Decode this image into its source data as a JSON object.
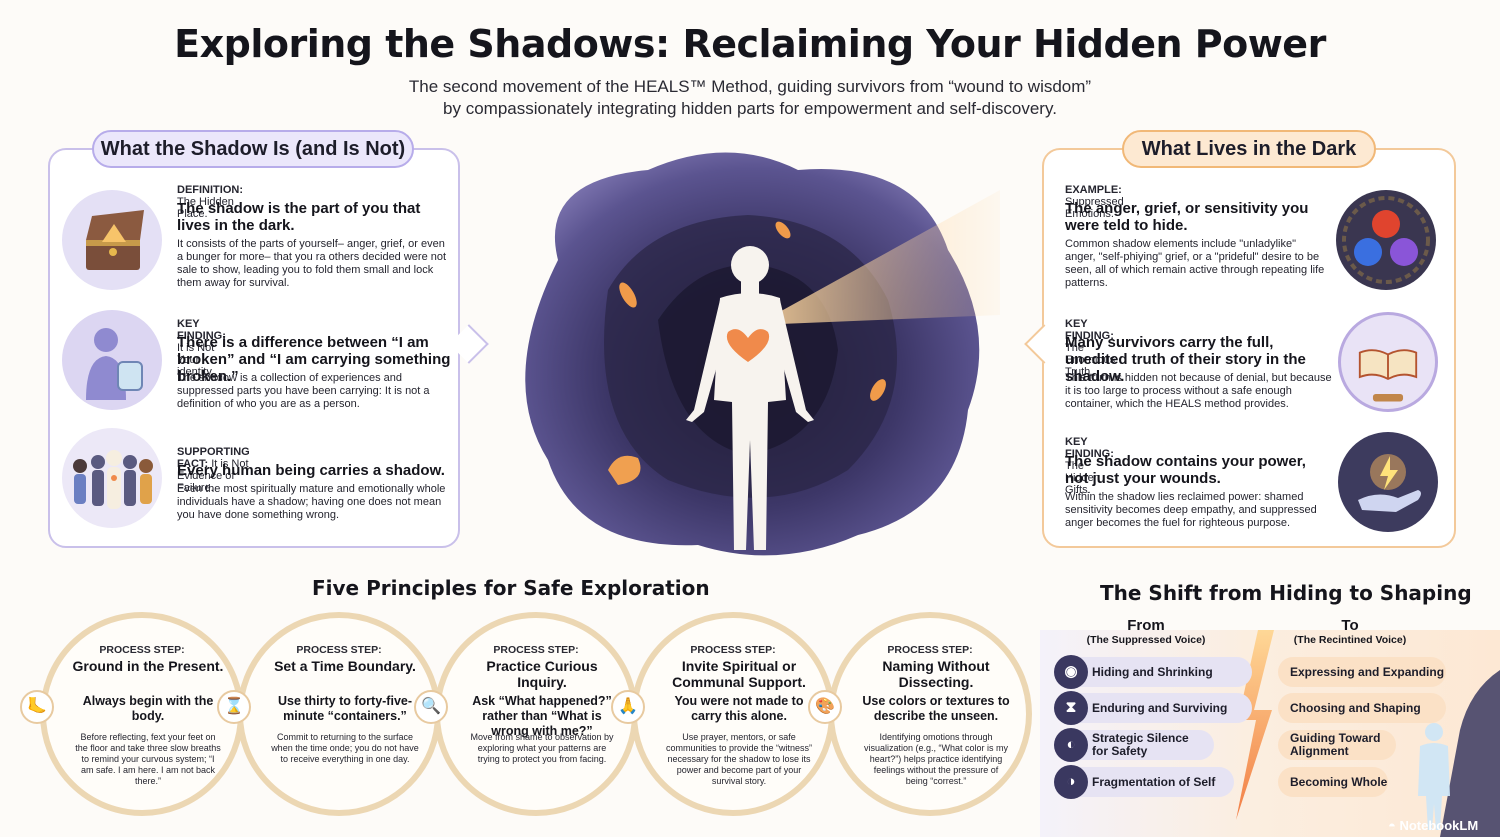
{
  "header": {
    "title": "Exploring the Shadows: Reclaiming Your Hidden Power",
    "subtitle_line1": "The second movement of the HEALS™ Method, guiding survivors from “wound to wisdom”",
    "subtitle_line2": "by compassionately integrating hidden parts for empowerment and self-discovery."
  },
  "left_panel": {
    "title": "What the Shadow Is (and Is Not)",
    "items": [
      {
        "label": "DEFINITION:",
        "label_rest": "The Hidden Place.",
        "headline": "The shadow is the part of you that lives in the dark.",
        "body": "It consists of the parts of yourself– anger, grief, or even a bunger for more– that you ra others decided were not sale to show, leading you to fold them small and lock them away for survival.",
        "icon": "treasure-chest-icon"
      },
      {
        "label": "KEY FINDING:",
        "label_rest": "It is Not Your identity.",
        "headline": "There is a difference between “I am broken” and “I am carrying something broken.”",
        "body": "The shadow is a collection of experiences and suppressed parts you have been carrying: It is not a definition of who you are as a person.",
        "icon": "person-holding-jar-icon"
      },
      {
        "label": "SUPPORTING FACT:",
        "label_rest": "It is Not Evidence of Failure.",
        "headline": "Every human being carries a shadow.",
        "body": "Even the most spiritually mature and emotionally whole individuals have a shadow; having one does not mean you have done something wrong.",
        "icon": "group-of-people-icon"
      }
    ]
  },
  "right_panel": {
    "title": "What Lives in the Dark",
    "items": [
      {
        "label": "EXAMPLE:",
        "label_rest": "Suppressed Emotions.",
        "headline": "The anger, grief, or sensitivity you were teld to hide.",
        "body": "Common shadow elements include \"unladylike\" anger, \"self-phiying\" grief, or a \"prideful\" desire to be seen, all of which remain active through repeating life patterns.",
        "icon": "emotion-orbs-icon"
      },
      {
        "label": "KEY FINDING:",
        "label_rest": "The Enormous Truth.",
        "headline": "Many survivors carry the full, unedited truth of their story in the shadow.",
        "body": "This truth is hidden not because of denial, but because it is too large to process without a safe enough container, which the HEALS method provides.",
        "icon": "book-in-globe-icon"
      },
      {
        "label": "KEY FINDING:",
        "label_rest": "The Hidden Gifts.",
        "headline": "The shadow contains your power, not just your wounds.",
        "body": "Within the shadow lies reclaimed power: shamed sensitivity becomes deep empathy, and suppressed anger becomes the fuel for righteous purpose.",
        "icon": "lightning-in-hand-icon"
      }
    ]
  },
  "principles": {
    "title": "Five Principles for Safe Exploration",
    "items": [
      {
        "step": "PROCESS STEP:",
        "title": "Ground in the Present.",
        "headline": "Always begin with the body.",
        "body": "Before reflecting, fext your feet on the floor and take three slow breaths to remind your curvous system; “I am safe. I am here. I am not back there.”",
        "icon": "foot-icon"
      },
      {
        "step": "PROCESS STEP:",
        "title": "Set a Time Boundary.",
        "headline": "Use thirty to forty-five-minute “containers.”",
        "body": "Commit to returning to the surface when the time onde; you do not have to receive everything in one day.",
        "icon": "hourglass-icon"
      },
      {
        "step": "PROCESS STEP:",
        "title": "Practice Curious Inquiry.",
        "headline": "Ask “What happened?” rather than “What is wrong with me?”",
        "body": "Move from shame to observation by exploring what your patterns are trying to protect you from facing.",
        "icon": "magnifier-question-icon"
      },
      {
        "step": "PROCESS STEP:",
        "title": "Invite Spiritual or Communal Support.",
        "headline": "You were not made to carry this alone.",
        "body": "Use prayer, mentors, or safe communities to provide the “witness” necessary for the shadow to lose its power and become part of your survival story.",
        "icon": "praying-hands-icon"
      },
      {
        "step": "PROCESS STEP:",
        "title": "Naming Without Dissecting.",
        "headline": "Use colors or textures to describe the unseen.",
        "body": "Identifying omotions through visualization (e.g., “What color is my heart?”) helps practice identifying feelings without the pressure of being “correst.”",
        "icon": "color-swatch-icon"
      }
    ]
  },
  "shift": {
    "title": "The Shift from Hiding to Shaping",
    "from_header": "From",
    "from_sub": "(The Suppressed Voice)",
    "to_header": "To",
    "to_sub": "(The Recintined Voice)",
    "rows": [
      {
        "from": "Hiding and Shrinking",
        "to": "Expressing and Expanding",
        "icon": "hidden-eye-icon"
      },
      {
        "from": "Enduring and Surviving",
        "to": "Choosing and Shaping",
        "icon": "hourglass-icon"
      },
      {
        "from": "Strategic Silence for Safety",
        "to": "Guiding Toward Alignment",
        "icon": "muted-head-icon"
      },
      {
        "from": "Fragmentation of Self",
        "to": "Becoming Whole",
        "icon": "fragmented-head-icon"
      }
    ]
  },
  "brand": "NotebookLM",
  "colors": {
    "lavender": "#c9c0ea",
    "peach": "#f3c99a",
    "deep_purple": "#3a3860",
    "heart": "#f08a4b"
  }
}
